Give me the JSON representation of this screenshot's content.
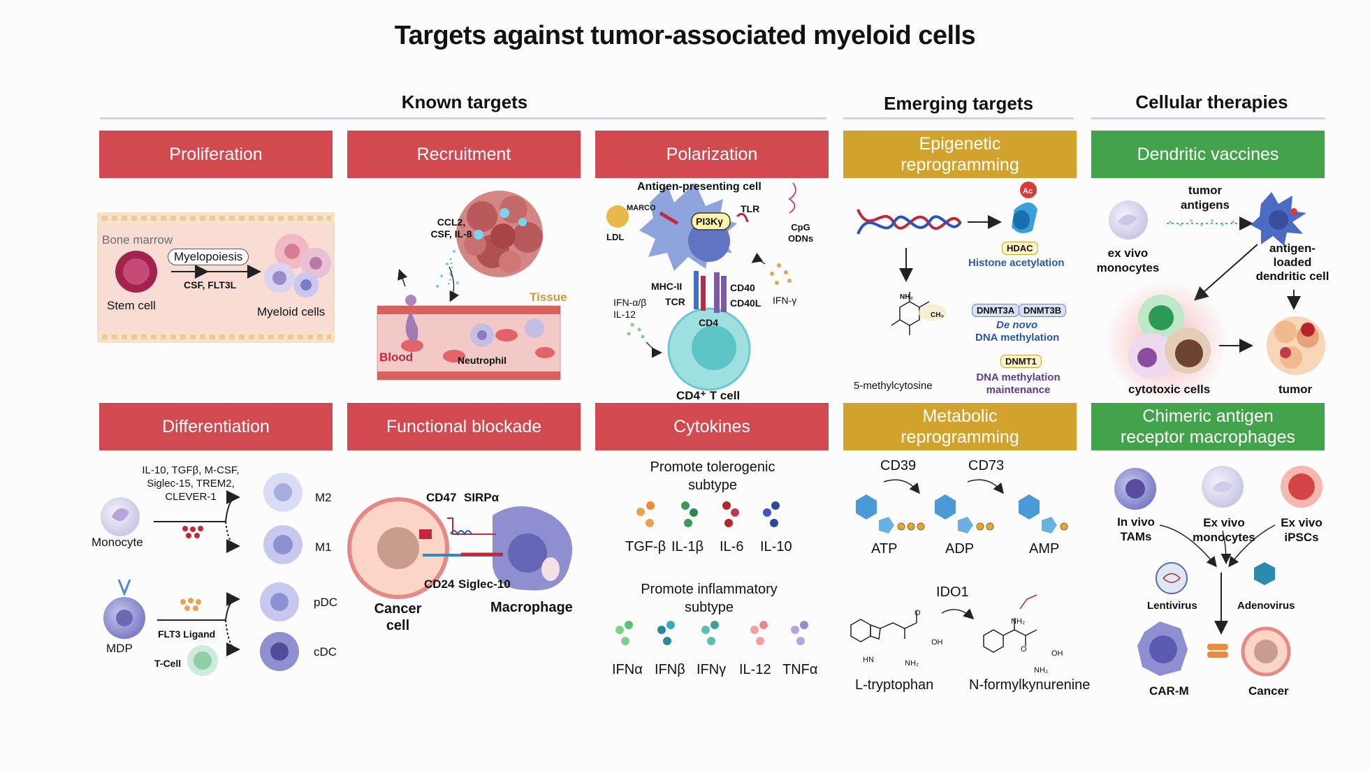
{
  "title": "Targets against tumor-associated myeloid cells",
  "sections": {
    "known": "Known targets",
    "emerging": "Emerging targets",
    "cellular": "Cellular therapies"
  },
  "colors": {
    "known": "#d24a4f",
    "emerging": "#d1a32c",
    "cellular": "#43a34a"
  },
  "panels": {
    "proliferation": {
      "header": "Proliferation",
      "bone_marrow": "Bone marrow",
      "myelopoiesis": "Myelopoiesis",
      "factors": "CSF, FLT3L",
      "stem_cell": "Stem cell",
      "myeloid_cells": "Myeloid cells"
    },
    "recruitment": {
      "header": "Recruitment",
      "chemokines": "CCL2,\nCSF, IL-8",
      "tissue": "Tissue",
      "blood": "Blood",
      "neutrophil": "Neutrophil"
    },
    "polarization": {
      "header": "Polarization",
      "apc": "Antigen-presenting cell",
      "marco": "MARCO",
      "pi3k": "PI3Kγ",
      "tlr": "TLR",
      "ldl": "LDL",
      "cpg": "CpG\nODNs",
      "mhc": "MHC-II",
      "tcr": "TCR",
      "cd40": "CD40",
      "cd40l": "CD40L",
      "ifn_ab": "IFN-α/β\nIL-12",
      "ifn_g": "IFN-γ",
      "cd4": "CD4",
      "cd4_t": "CD4⁺ T cell"
    },
    "epigenetic": {
      "header": "Epigenetic\nreprogramming",
      "ac": "Ac",
      "hdac": "HDAC",
      "histone": "Histone acetylation",
      "nh2": "NH₂",
      "ch3": "CH₃",
      "methylcytosine": "5-methylcytosine",
      "dnmt3a": "DNMT3A",
      "dnmt3b": "DNMT3B",
      "denovo_1": "De novo",
      "denovo_2": "DNA methylation",
      "dnmt1": "DNMT1",
      "maint": "DNA methylation\nmaintenance"
    },
    "dendritic": {
      "header": "Dendritic vaccines",
      "tumor_antigens": "tumor\nantigens",
      "exvivo": "ex vivo\nmonocytes",
      "loaded": "antigen-\nloaded\ndendritic cell",
      "cytotoxic": "cytotoxic cells",
      "tumor": "tumor"
    },
    "differentiation": {
      "header": "Differentiation",
      "factors": "IL-10, TGFβ, M-CSF,\nSiglec-15, TREM2,\nCLEVER-1",
      "monocyte": "Monocyte",
      "m2": "M2",
      "m1": "M1",
      "mdp": "MDP",
      "flt3": "FLT3 Ligand",
      "tcell": "T-Cell",
      "pdc": "pDC",
      "cdc": "cDC"
    },
    "blockade": {
      "header": "Functional blockade",
      "cd47": "CD47",
      "sirpa": "SIRPα",
      "cd24": "CD24",
      "siglec10": "Siglec-10",
      "cancer": "Cancer\ncell",
      "macrophage": "Macrophage"
    },
    "cytokines": {
      "header": "Cytokines",
      "tolerogenic": "Promote tolerogenic\nsubtype",
      "tol_list": [
        "TGF-β",
        "IL-1β",
        "IL-6",
        "IL-10"
      ],
      "inflammatory": "Promote inflammatory\nsubtype",
      "inf_list": [
        "IFNα",
        "IFNβ",
        "IFNγ",
        "IL-12",
        "TNFα"
      ]
    },
    "metabolic": {
      "header": "Metabolic\nreprogramming",
      "cd39": "CD39",
      "cd73": "CD73",
      "atp": "ATP",
      "adp": "ADP",
      "amp": "AMP",
      "ido1": "IDO1",
      "trp": "L-tryptophan",
      "kyn": "N-formylkynurenine",
      "nh2": "NH₂",
      "oh": "OH",
      "hn": "HN",
      "o": "O"
    },
    "car": {
      "header": "Chimeric antigen\nreceptor macrophages",
      "invivo": "In vivo\nTAMs",
      "exvivo": "Ex vivo\nmonocytes",
      "ipsc": "Ex vivo\niPSCs",
      "lentivirus": "Lentivirus",
      "adenovirus": "Adenovirus",
      "carm": "CAR-M",
      "cancer": "Cancer"
    }
  }
}
